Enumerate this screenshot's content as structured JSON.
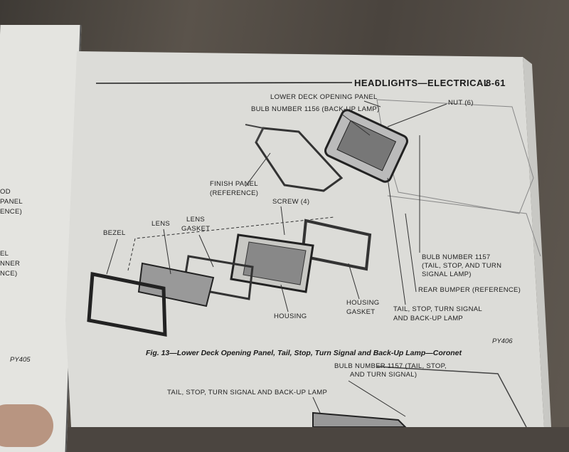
{
  "left_page": {
    "labels": [
      "OD",
      "PANEL",
      "ENCE)",
      "EL",
      "NNER",
      "NCE)"
    ],
    "figure_id": "PY405"
  },
  "right_page": {
    "header": {
      "title": "HEADLIGHTS—ELECTRICAL",
      "page_number": "8-61"
    },
    "callouts": {
      "lower_deck_panel": "LOWER DECK OPENING PANEL",
      "bulb_1156": "BULB NUMBER 1156 (BACK-UP LAMP)",
      "nut": "NUT (6)",
      "finish_panel": [
        "FINISH PANEL",
        "(REFERENCE)"
      ],
      "screw": "SCREW (4)",
      "lens_gasket": [
        "LENS",
        "GASKET"
      ],
      "lens": "LENS",
      "bezel": "BEZEL",
      "bulb_1157": [
        "BULB NUMBER 1157",
        "(TAIL, STOP, AND TURN",
        "SIGNAL LAMP)"
      ],
      "rear_bumper": "REAR BUMPER (REFERENCE)",
      "housing": "HOUSING",
      "housing_gasket": [
        "HOUSING",
        "GASKET"
      ],
      "lamp_assembly": [
        "TAIL, STOP, TURN SIGNAL",
        "AND BACK-UP LAMP"
      ]
    },
    "figure_id": "PY406",
    "caption": "Fig. 13—Lower Deck Opening Panel, Tail, Stop, Turn Signal and Back-Up Lamp—Coronet",
    "next_figure": {
      "bulb_1157": [
        "BULB NUMBER 1157 (TAIL, STOP,",
        "AND TURN SIGNAL)"
      ],
      "lamp_assembly": "TAIL, STOP, TURN SIGNAL AND BACK-UP LAMP"
    }
  }
}
